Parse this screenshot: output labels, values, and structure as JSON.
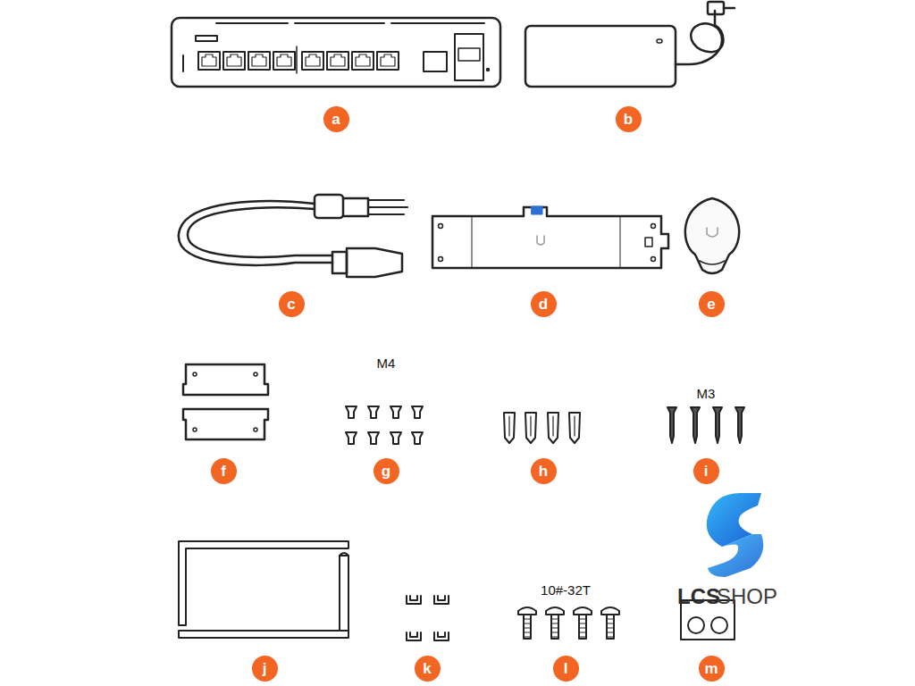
{
  "diagram": {
    "nodes": [
      {
        "text": [
          "a"
        ]
      },
      {
        "text": [
          "b"
        ]
      },
      {
        "text": [
          "c"
        ]
      },
      {
        "text": [
          "d"
        ]
      },
      {
        "text": [
          "e"
        ]
      },
      {
        "text": [
          "f"
        ]
      },
      {
        "text": [
          "g"
        ]
      },
      {
        "text": [
          "h"
        ]
      },
      {
        "text": [
          "i"
        ]
      },
      {
        "text": [
          "j"
        ]
      },
      {
        "text": [
          "k"
        ]
      },
      {
        "text": [
          "l"
        ]
      },
      {
        "text": [
          "m"
        ]
      }
    ],
    "labels": [
      "M4",
      "M3",
      "10#-32T",
      "LCS",
      "SHOP"
    ]
  }
}
